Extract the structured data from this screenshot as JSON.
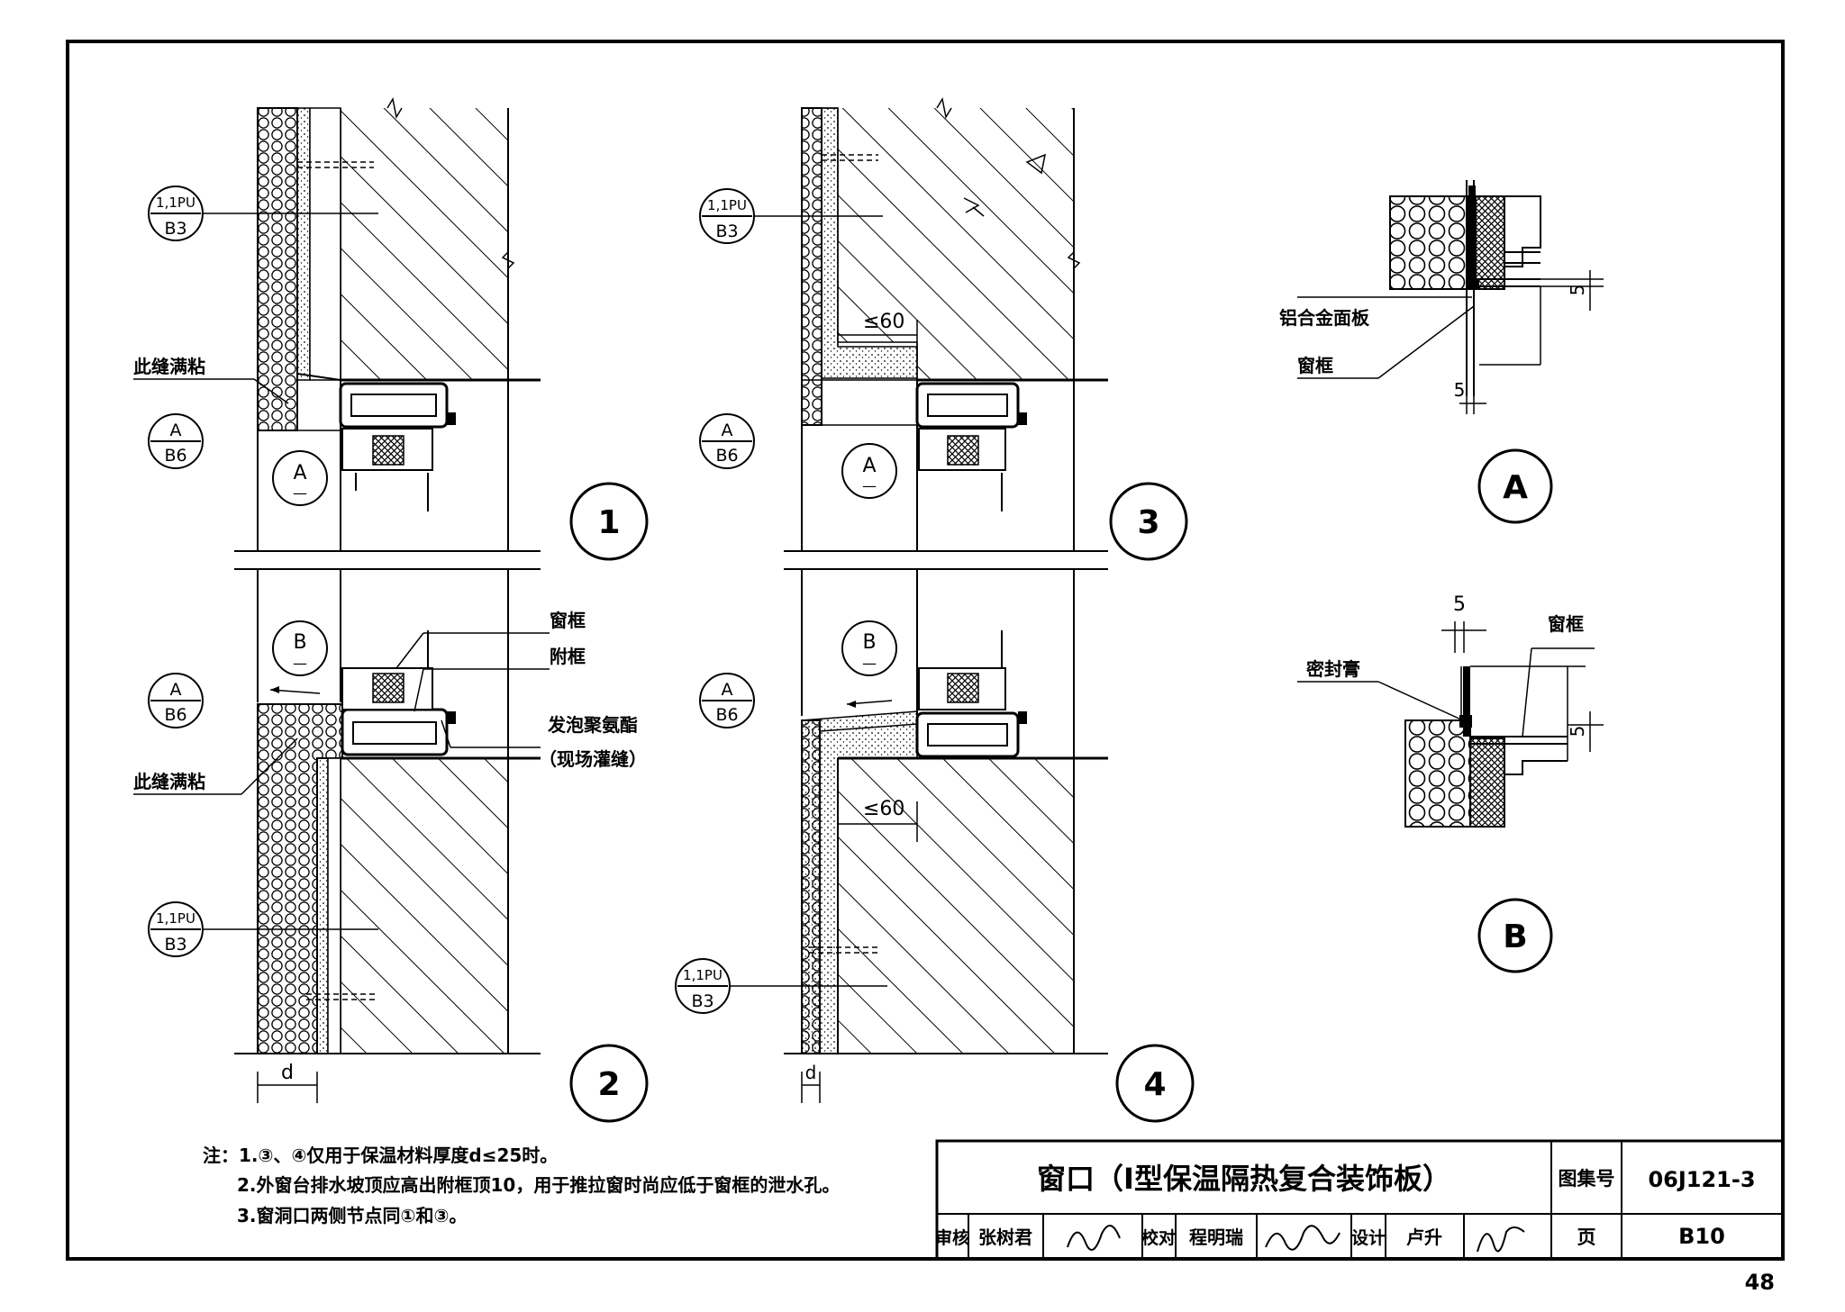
{
  "page_number": "48",
  "callouts": {
    "detail_ref_top": "1,1PU",
    "detail_ref_bottom": "B3",
    "section_a_top": "A",
    "section_a_bottom": "B6",
    "mark_a": "A",
    "mark_b": "B",
    "mark_dash": "—"
  },
  "detail_numbers": {
    "d1": "1",
    "d2": "2",
    "d3": "3",
    "d4": "4",
    "dA": "A",
    "dB": "B"
  },
  "labels": {
    "joint_fill": "此缝满粘",
    "window_frame": "窗框",
    "sub_frame": "附框",
    "pu_foam": "发泡聚氨酯",
    "pu_foam_note": "（现场灌缝）",
    "alu_panel": "铝合金面板",
    "sealant": "密封膏",
    "dim_60": "≤60",
    "dim_5": "5",
    "dim_d": "d"
  },
  "notes": {
    "n1": "注：1.③、④仅用于保温材料厚度d≤25时。",
    "n2": "2.外窗台排水坡顶应高出附框顶10，用于推拉窗时尚应低于窗框的泄水孔。",
    "n3": "3.窗洞口两侧节点同①和③。"
  },
  "title_block": {
    "title": "窗口（Ⅰ型保温隔热复合装饰板）",
    "atlas_label": "图集号",
    "atlas_no": "06J121-3",
    "page_label": "页",
    "page_no": "B10",
    "review_label": "审核",
    "reviewer": "张树君",
    "check_label": "校对",
    "checker": "程明瑞",
    "design_label": "设计",
    "designer": "卢升"
  }
}
